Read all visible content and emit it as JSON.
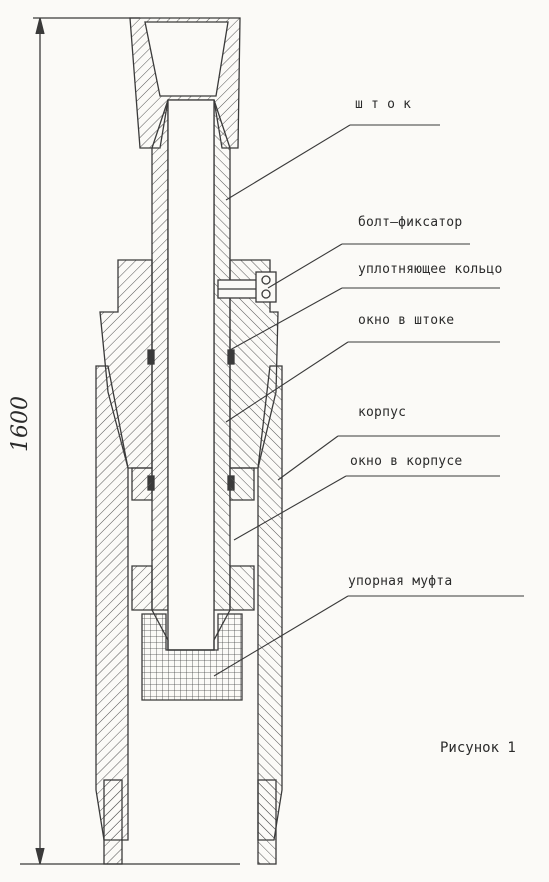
{
  "labels": {
    "rod": "ш т о к",
    "lock_bolt": "болт–фиксатор",
    "seal_ring": "уплотняющее кольцо",
    "rod_window": "окно в штоке",
    "body": "корпус",
    "body_window": "окно в корпусе",
    "stop_sleeve": "упорная муфта"
  },
  "dimension": "1600",
  "caption": "Рисунок 1",
  "colors": {
    "ink": "#3a3a3a",
    "paper": "#fbfaf7"
  }
}
